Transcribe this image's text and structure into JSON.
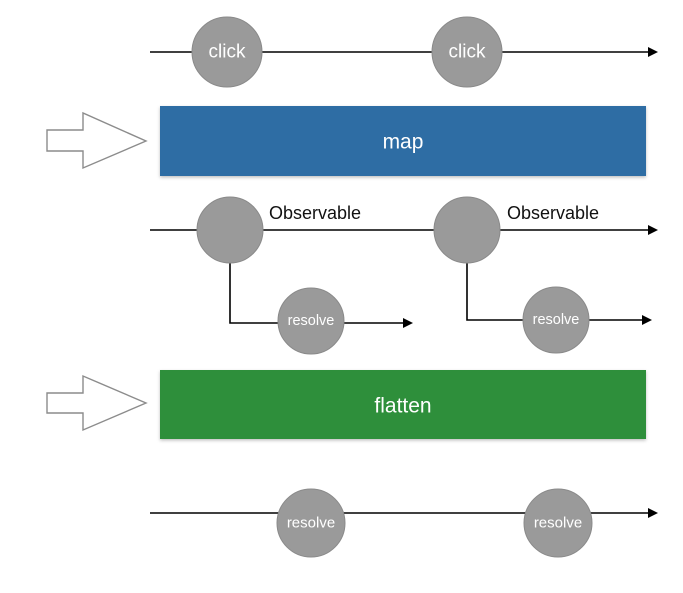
{
  "rows": {
    "clicks": {
      "events": [
        {
          "label": "click"
        },
        {
          "label": "click"
        }
      ]
    },
    "mapped": {
      "events": [
        {
          "label": "Observable"
        },
        {
          "label": "Observable"
        }
      ]
    },
    "inner": {
      "events": [
        {
          "label": "resolve"
        },
        {
          "label": "resolve"
        }
      ]
    },
    "flattened": {
      "events": [
        {
          "label": "resolve"
        },
        {
          "label": "resolve"
        }
      ]
    }
  },
  "operators": {
    "map": {
      "label": "map",
      "color": "#2e6da4"
    },
    "flatten": {
      "label": "flatten",
      "color": "#2f8f3a"
    }
  },
  "colors": {
    "node": "#9a9a9a",
    "line": "#000000",
    "arrow_outline": "#8c8c8c"
  }
}
